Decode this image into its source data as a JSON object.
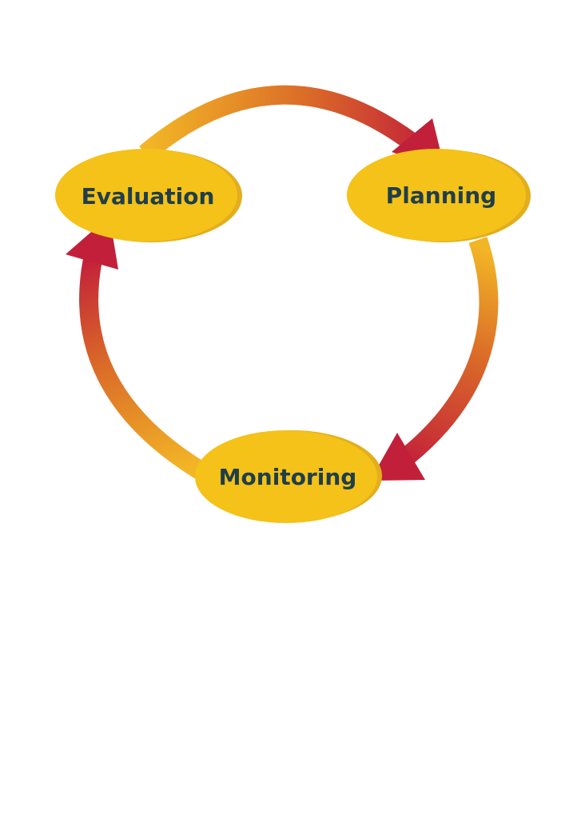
{
  "diagram": {
    "type": "cycle",
    "nodes": [
      {
        "id": "evaluation",
        "label": "Evaluation"
      },
      {
        "id": "planning",
        "label": "Planning"
      },
      {
        "id": "monitoring",
        "label": "Monitoring"
      }
    ],
    "edges": [
      {
        "from": "evaluation",
        "to": "planning"
      },
      {
        "from": "planning",
        "to": "monitoring"
      },
      {
        "from": "monitoring",
        "to": "evaluation"
      }
    ]
  },
  "colors": {
    "node_fill": "#F4C218",
    "node_shadow": "#E3AE1D",
    "label_text": "#1F3E4A",
    "arrow_light": "#F2B526",
    "arrow_mid": "#DA6A28",
    "arrow_dark": "#C2203A"
  }
}
